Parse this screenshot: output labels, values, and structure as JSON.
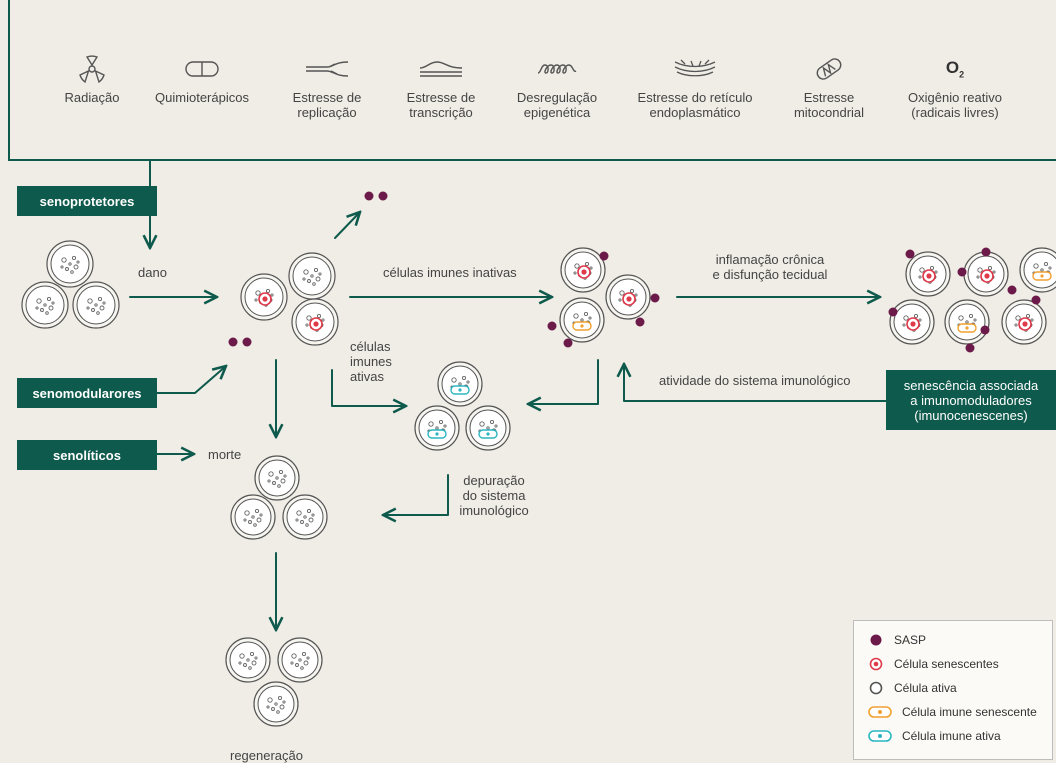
{
  "stressors": [
    {
      "icon": "radiation-icon",
      "label_lines": [
        "Radiação"
      ]
    },
    {
      "icon": "pill-icon",
      "label_lines": [
        "Quimioterápicos"
      ]
    },
    {
      "icon": "replication-fork-icon",
      "label_lines": [
        "Estresse de",
        "replicação"
      ]
    },
    {
      "icon": "transcription-icon",
      "label_lines": [
        "Estresse de",
        "transcrição"
      ]
    },
    {
      "icon": "chromatin-icon",
      "label_lines": [
        "Desregulação",
        "epigenética"
      ]
    },
    {
      "icon": "endoplasmic-reticulum-icon",
      "label_lines": [
        "Estresse do retículo",
        "endoplasmático"
      ]
    },
    {
      "icon": "mitochondria-icon",
      "label_lines": [
        "Estresse",
        "mitocondrial"
      ]
    },
    {
      "icon": "oxygen-icon",
      "label_lines": [
        "Oxigênio reativo",
        "(radicais livres)"
      ],
      "symbol": "O",
      "subscript": "2"
    }
  ],
  "tags": {
    "senoprotetores": "senoprotetores",
    "senomoduladores": "senomodularores",
    "senoliticos": "senolíticos",
    "imuno_lines": [
      "senescência associada",
      "a imunomoduladores",
      "(imunocenescenes)"
    ]
  },
  "labels": {
    "dano": "dano",
    "inativas": "células imunes inativas",
    "inflamacao_lines": [
      "inflamação crônica",
      "e disfunção tecidual"
    ],
    "ativas_lines": [
      "células",
      "imunes",
      "ativas"
    ],
    "atividade": "atividade do sistema imunológico",
    "morte": "morte",
    "depuracao_lines": [
      "depuração",
      "do sistema",
      "imunológico"
    ],
    "regeneracao": "regeneração"
  },
  "legend": [
    {
      "icon": "sasp-icon",
      "label": "SASP"
    },
    {
      "icon": "senescent-cell-icon",
      "label": "Célula senescentes"
    },
    {
      "icon": "active-cell-icon",
      "label": "Célula ativa"
    },
    {
      "icon": "senescent-immune-cell-icon",
      "label": "Célula imune senescente"
    },
    {
      "icon": "active-immune-cell-icon",
      "label": "Célula imune ativa"
    }
  ],
  "colors": {
    "accent": "#0e5a4c",
    "sasp": "#6b1a4a",
    "senescent": "#e03a4a",
    "senescent_immune": "#f0a030",
    "active_immune": "#2ab5c0",
    "cell_stroke": "#555555",
    "background": "#f0ede6"
  }
}
